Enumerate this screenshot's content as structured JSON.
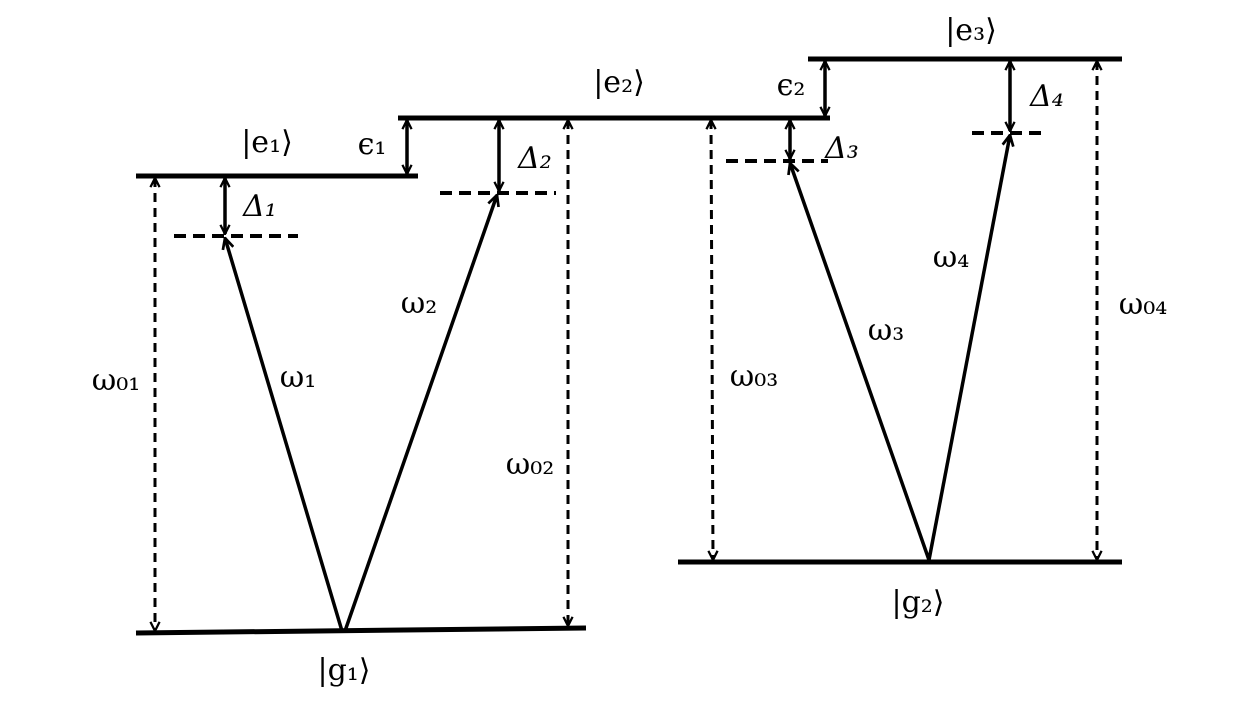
{
  "levels": {
    "e1": "|e₁⟩",
    "e2": "|e₂⟩",
    "e3": "|e₃⟩",
    "g1": "|g₁⟩",
    "g2": "|g₂⟩"
  },
  "laser_frequencies": {
    "w1": "ω₁",
    "w2": "ω₂",
    "w3": "ω₃",
    "w4": "ω₄"
  },
  "transition_frequencies": {
    "w01": "ω₀₁",
    "w02": "ω₀₂",
    "w03": "ω₀₃",
    "w04": "ω₀₄"
  },
  "detunings": {
    "d1": "Δ₁",
    "d2": "Δ₂",
    "d3": "Δ₃",
    "d4": "Δ₄"
  },
  "splittings": {
    "eps1": "ϵ₁",
    "eps2": "ϵ₂"
  },
  "colors": {
    "ink": "#000000",
    "background": "#ffffff"
  }
}
